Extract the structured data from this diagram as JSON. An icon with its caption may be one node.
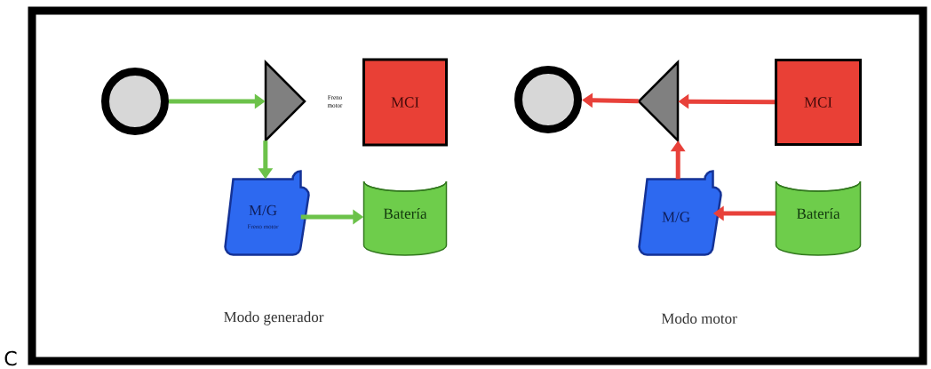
{
  "diagram": {
    "nodes": [
      {
        "text": [],
        "shape": "circle"
      },
      {
        "text": [],
        "shape": "triangle",
        "beside": [
          "Freno motor"
        ]
      },
      {
        "text": [
          "MCI"
        ]
      },
      {
        "text": [
          "M/G",
          "Freno motor"
        ]
      },
      {
        "text": [
          "Batería"
        ]
      },
      {
        "text": [],
        "shape": "circle"
      },
      {
        "text": [],
        "shape": "triangle"
      },
      {
        "text": [
          "MCI"
        ]
      },
      {
        "text": [
          "M/G"
        ]
      },
      {
        "text": [
          "Batería"
        ]
      }
    ],
    "edges": [
      {
        "from": 0,
        "to": 1,
        "arrow": "to",
        "color": "#6cc24a"
      },
      {
        "from": 1,
        "to": 3,
        "arrow": "to",
        "color": "#6cc24a"
      },
      {
        "from": 3,
        "to": 4,
        "arrow": "to",
        "color": "#6cc24a"
      },
      {
        "from": 7,
        "to": 6,
        "arrow": "to",
        "color": "#e8413a"
      },
      {
        "from": 6,
        "to": 5,
        "arrow": "to",
        "color": "#e8413a"
      },
      {
        "from": 8,
        "to": 6,
        "arrow": "to",
        "color": "#e8413a"
      },
      {
        "from": 9,
        "to": 8,
        "arrow": "to",
        "color": "#e8413a"
      }
    ],
    "labels": [
      "Modo generador",
      "Modo motor",
      "C"
    ]
  }
}
